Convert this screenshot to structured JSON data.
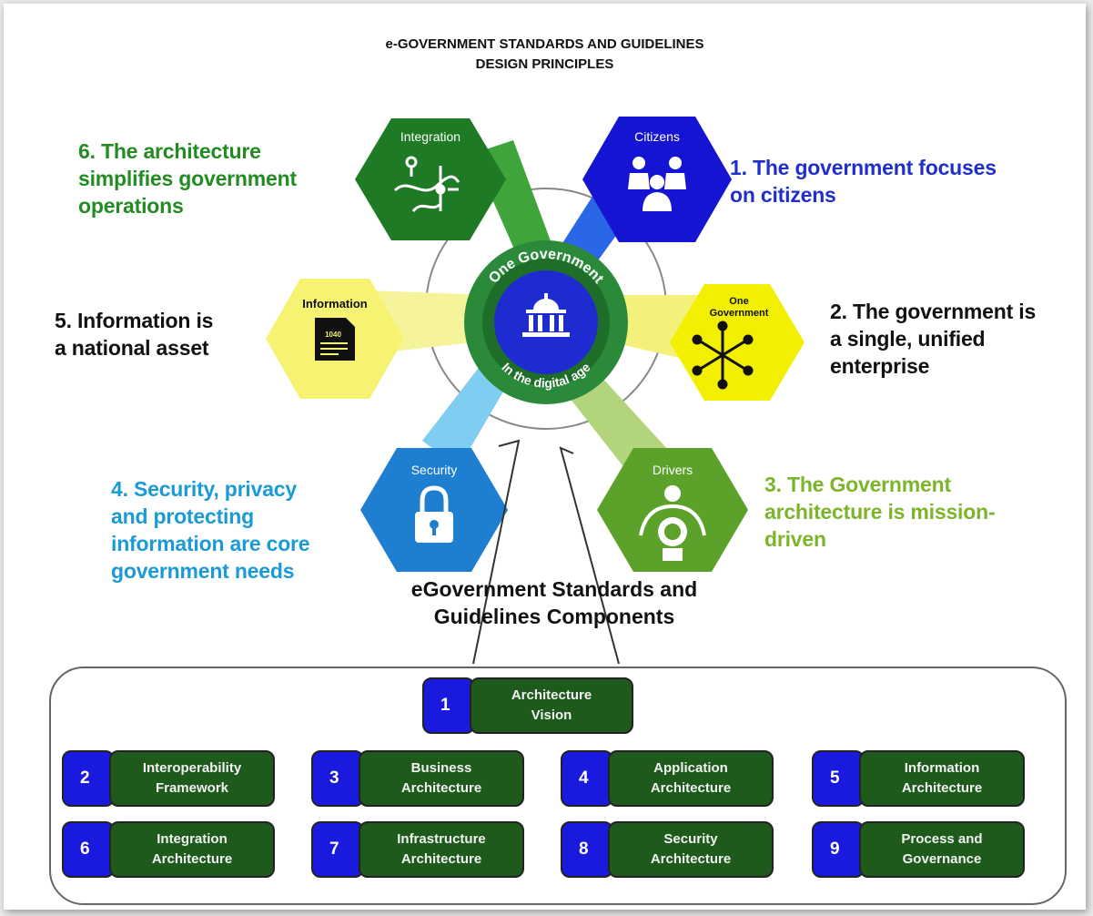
{
  "title": {
    "line1": "e-GOVERNMENT STANDARDS AND GUIDELINES",
    "line2": "DESIGN PRINCIPLES"
  },
  "center": {
    "top_text": "One Government",
    "bottom_text": "In the digital age",
    "icon": "government-building-icon"
  },
  "hexagons": [
    {
      "label": "Citizens",
      "icon": "people-group-icon",
      "color": "#1414d2"
    },
    {
      "label": "One\nGovernment",
      "icon": "network-hub-icon",
      "color": "#f2f000"
    },
    {
      "label": "Drivers",
      "icon": "person-with-globe-icon",
      "color": "#5ca12a"
    },
    {
      "label": "Security",
      "icon": "padlock-icon",
      "color": "#1e7fd0"
    },
    {
      "label": "Information",
      "icon": "document-1040-icon",
      "color": "#f6f372"
    },
    {
      "label": "Integration",
      "icon": "integration-map-icon",
      "color": "#1e7a24"
    }
  ],
  "principles": {
    "p1": {
      "line1": "1. The government focuses",
      "line2": "on citizens",
      "color": "#1f2fc9"
    },
    "p2": {
      "line1": "2. The government is",
      "line2": "a single, unified",
      "line3": "enterprise",
      "color": "#111111"
    },
    "p3": {
      "line1": "3. The Government",
      "line2": "architecture is mission-",
      "line3": "driven",
      "color": "#7cb52a"
    },
    "p4": {
      "line1": "4. Security, privacy",
      "line2": "and protecting",
      "line3": "information are core",
      "line4": "government needs",
      "color": "#1a9ad6"
    },
    "p5": {
      "line1": "5. Information is",
      "line2": "a national asset",
      "color": "#111111"
    },
    "p6": {
      "line1": "6. The architecture",
      "line2": "simplifies government",
      "line3": "operations",
      "color": "#228b22"
    }
  },
  "components_heading": {
    "line1": "eGovernment Standards and",
    "line2": "Guidelines Components"
  },
  "components": [
    {
      "num": "1",
      "label": "Architecture\nVision"
    },
    {
      "num": "2",
      "label": "Interoperability\nFramework"
    },
    {
      "num": "3",
      "label": "Business\nArchitecture"
    },
    {
      "num": "4",
      "label": "Application\nArchitecture"
    },
    {
      "num": "5",
      "label": "Information\nArchitecture"
    },
    {
      "num": "6",
      "label": "Integration\nArchitecture"
    },
    {
      "num": "7",
      "label": "Infrastructure\nArchitecture"
    },
    {
      "num": "8",
      "label": "Security\nArchitecture"
    },
    {
      "num": "9",
      "label": "Process and\nGovernance"
    }
  ]
}
